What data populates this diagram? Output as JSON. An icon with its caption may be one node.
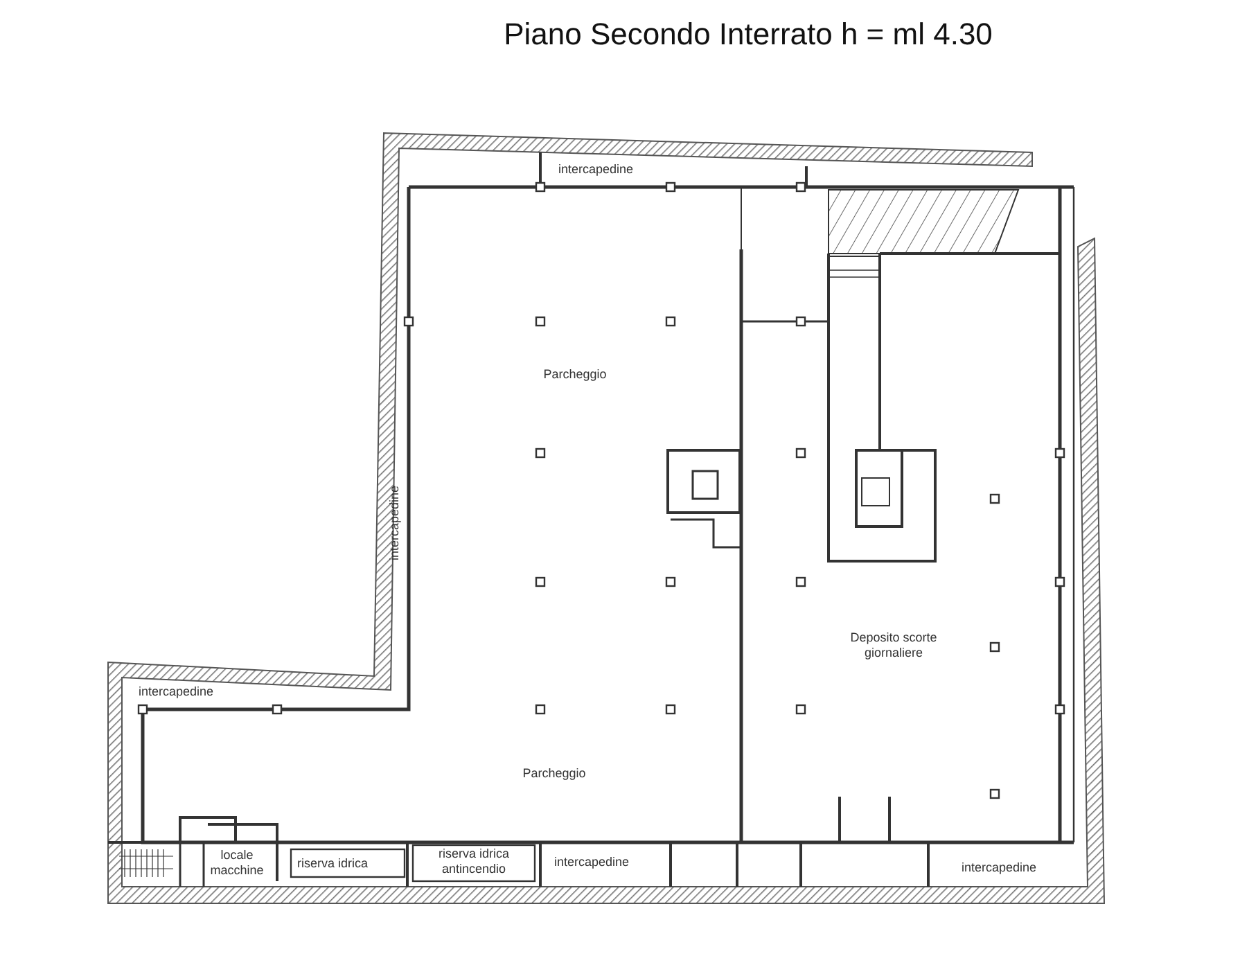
{
  "diagram": {
    "title": "Piano Secondo Interrato h = ml 4.30",
    "labels": [
      "intercapedine",
      "Parcheggio",
      "intercapedine",
      "Deposito scorte giornaliere",
      "intercapedine",
      "Parcheggio",
      "locale macchine",
      "riserva idrica",
      "riserva idrica antincendio",
      "intercapedine",
      "intercapedine"
    ]
  }
}
